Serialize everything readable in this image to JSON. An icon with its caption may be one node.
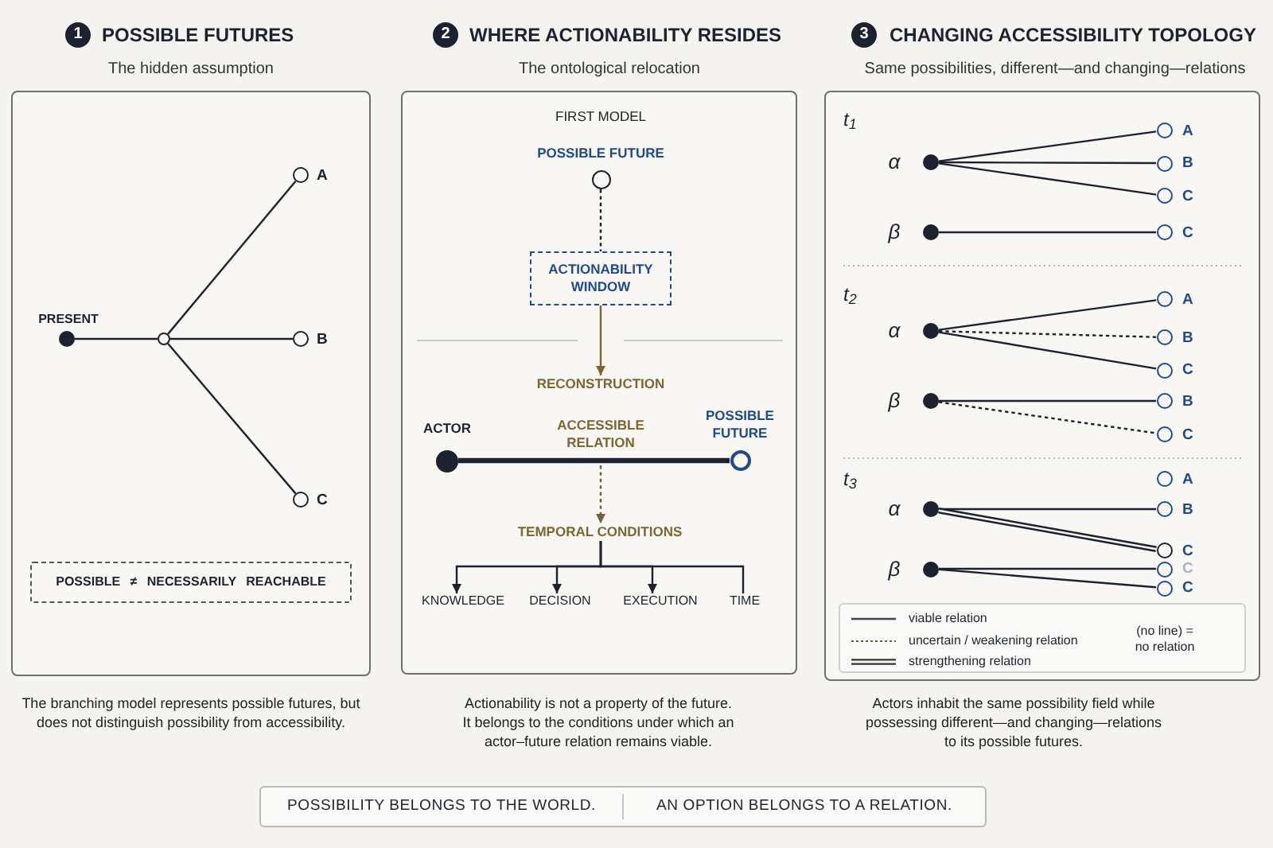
{
  "diagram": {
    "nodes": [
      {
        "text": [
          "1"
        ]
      },
      {
        "text": [
          "POSSIBLE FUTURES",
          "The hidden assumption"
        ],
        "beside": [
          "The branching model represents possible futures, but does not distinguish possibility from accessibility."
        ]
      },
      {
        "text": [],
        "shape": "circle",
        "in": 1,
        "beside": [
          "PRESENT"
        ]
      },
      {
        "text": [],
        "shape": "circle",
        "in": 1
      },
      {
        "text": [],
        "shape": "circle",
        "in": 1,
        "beside": [
          "A"
        ]
      },
      {
        "text": [],
        "shape": "circle",
        "in": 1,
        "beside": [
          "B"
        ]
      },
      {
        "text": [],
        "shape": "circle",
        "in": 1,
        "beside": [
          "C"
        ]
      },
      {
        "text": [
          "POSSIBLE ≠ NECESSARILY REACHABLE"
        ],
        "in": 1
      },
      {
        "text": [
          "2"
        ]
      },
      {
        "text": [
          "WHERE ACTIONABILITY RESIDES",
          "The ontological relocation"
        ],
        "beside": [
          "Actionability is not a property of the future. It belongs to the conditions under which an actor–future relation remains viable."
        ]
      },
      {
        "text": [],
        "shape": "circle",
        "in": 9,
        "beside": [
          "POSSIBLE FUTURE"
        ]
      },
      {
        "text": [
          "ACTIONABILITY WINDOW"
        ],
        "in": 9
      },
      {
        "text": [
          "RECONSTRUCTION"
        ],
        "in": 9
      },
      {
        "text": [],
        "shape": "circle",
        "in": 9,
        "beside": [
          "ACTOR"
        ]
      },
      {
        "text": [],
        "shape": "circle",
        "in": 9,
        "beside": [
          "POSSIBLE FUTURE"
        ]
      },
      {
        "text": [
          "TEMPORAL CONDITIONS"
        ],
        "in": 9
      },
      {
        "text": [
          "KNOWLEDGE"
        ],
        "in": 9
      },
      {
        "text": [
          "DECISION"
        ],
        "in": 9
      },
      {
        "text": [
          "EXECUTION"
        ],
        "in": 9
      },
      {
        "text": [
          "TIME"
        ],
        "in": 9
      },
      {
        "text": [
          "3"
        ]
      },
      {
        "text": [
          "CHANGING ACCESSIBILITY TOPOLOGY",
          "Same possibilities, different—and changing—relations"
        ],
        "beside": [
          "Actors inhabit the same possibility field while possessing different—and changing—relations to its possible futures."
        ]
      },
      {
        "text": [],
        "shape": "circle",
        "in": 21,
        "beside": [
          "α"
        ]
      },
      {
        "text": [],
        "shape": "circle",
        "in": 21,
        "beside": [
          "A"
        ]
      },
      {
        "text": [],
        "shape": "circle",
        "in": 21,
        "beside": [
          "B"
        ]
      },
      {
        "text": [],
        "shape": "circle",
        "in": 21,
        "beside": [
          "C"
        ]
      },
      {
        "text": [],
        "shape": "circle",
        "in": 21,
        "beside": [
          "β"
        ]
      },
      {
        "text": [],
        "shape": "circle",
        "in": 21,
        "beside": [
          "C"
        ]
      },
      {
        "text": [],
        "shape": "circle",
        "in": 21,
        "beside": [
          "α"
        ]
      },
      {
        "text": [],
        "shape": "circle",
        "in": 21,
        "beside": [
          "A"
        ]
      },
      {
        "text": [],
        "shape": "circle",
        "in": 21,
        "beside": [
          "B"
        ]
      },
      {
        "text": [],
        "shape": "circle",
        "in": 21,
        "beside": [
          "C"
        ]
      },
      {
        "text": [],
        "shape": "circle",
        "in": 21,
        "beside": [
          "β"
        ]
      },
      {
        "text": [],
        "shape": "circle",
        "in": 21,
        "beside": [
          "B"
        ]
      },
      {
        "text": [],
        "shape": "circle",
        "in": 21,
        "beside": [
          "C"
        ]
      },
      {
        "text": [],
        "shape": "circle",
        "in": 21,
        "beside": [
          "A"
        ]
      },
      {
        "text": [],
        "shape": "circle",
        "in": 21,
        "beside": [
          "α"
        ]
      },
      {
        "text": [],
        "shape": "circle",
        "in": 21,
        "beside": [
          "B"
        ]
      },
      {
        "text": [],
        "shape": "circle",
        "in": 21,
        "beside": [
          "C"
        ]
      },
      {
        "text": [],
        "shape": "circle",
        "in": 21,
        "beside": [
          "β"
        ]
      },
      {
        "text": [],
        "shape": "circle",
        "in": 21,
        "beside": [
          "C"
        ]
      },
      {
        "text": [],
        "shape": "circle",
        "in": 21,
        "beside": [
          "C"
        ]
      },
      {
        "text": [
          "POSSIBILITY BELONGS TO THE WORLD.",
          "AN OPTION BELONGS TO A RELATION."
        ]
      }
    ],
    "edges": [
      {
        "from": 2,
        "to": 3,
        "arrow": "none"
      },
      {
        "from": 3,
        "to": 4,
        "arrow": "none"
      },
      {
        "from": 3,
        "to": 5,
        "arrow": "none"
      },
      {
        "from": 3,
        "to": 6,
        "arrow": "none"
      },
      {
        "from": 10,
        "to": 11,
        "arrow": "none",
        "style": "dashed"
      },
      {
        "from": 11,
        "to": 12,
        "arrow": "to",
        "color": "#7d6631"
      },
      {
        "from": 13,
        "to": 14,
        "arrow": "none",
        "label": "ACCESSIBLE RELATION",
        "style": "thick"
      },
      {
        "from": null,
        "to": 15,
        "arrow": "to",
        "style": "dashed",
        "color": "#6e6040"
      },
      {
        "from": 15,
        "to": 16,
        "arrow": "to"
      },
      {
        "from": 15,
        "to": 17,
        "arrow": "to"
      },
      {
        "from": 15,
        "to": 18,
        "arrow": "to"
      },
      {
        "from": 15,
        "to": 19,
        "arrow": "none"
      },
      {
        "from": 22,
        "to": 23,
        "arrow": "none"
      },
      {
        "from": 22,
        "to": 24,
        "arrow": "none"
      },
      {
        "from": 22,
        "to": 25,
        "arrow": "none"
      },
      {
        "from": 26,
        "to": 27,
        "arrow": "none"
      },
      {
        "from": 28,
        "to": 29,
        "arrow": "none"
      },
      {
        "from": 28,
        "to": 30,
        "arrow": "none",
        "style": "dashed"
      },
      {
        "from": 28,
        "to": 31,
        "arrow": "none"
      },
      {
        "from": 32,
        "to": 33,
        "arrow": "none"
      },
      {
        "from": 32,
        "to": 34,
        "arrow": "none",
        "style": "dashed"
      },
      {
        "from": 36,
        "to": 37,
        "arrow": "none"
      },
      {
        "from": 36,
        "to": 38,
        "arrow": "none",
        "style": "thick"
      },
      {
        "from": 39,
        "to": 40,
        "arrow": "none"
      },
      {
        "from": 39,
        "to": 41,
        "arrow": "none"
      }
    ],
    "labels": [
      "FIRST MODEL",
      "t$_{1}$",
      "t$_{2}$",
      "t$_{3}$",
      "(no line) = no relation"
    ],
    "legend": [
      {
        "text": "viable relation"
      },
      {
        "text": "uncertain / weakening relation"
      },
      {
        "text": "strengthening relation"
      }
    ]
  }
}
